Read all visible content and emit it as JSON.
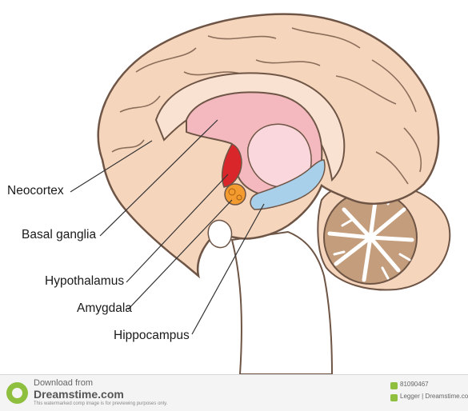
{
  "labels": {
    "neocortex": "Neocortex",
    "basal_ganglia": "Basal ganglia",
    "hypothalamus": "Hypothalamus",
    "amygdala": "Amygdala",
    "hippocampus": "Hippocampus"
  },
  "colors": {
    "brain_fill": "#f6d5bd",
    "brain_outline": "#6e5545",
    "basal_ganglia": "#f4b8bf",
    "basal_ganglia_inner": "#fad7dc",
    "hypothalamus": "#d9262b",
    "amygdala": "#f39b2e",
    "hippocampus": "#a9d0ea",
    "cerebellum_tissue": "#c39d7c",
    "leader_line": "#333333"
  },
  "footer": {
    "download_from": "Download from",
    "site": "Dreamstime.com",
    "notice": "This watermarked comp image is for previewing purposes only.",
    "image_id": "81090467",
    "credit": "Legger | Dreamstime.com"
  }
}
